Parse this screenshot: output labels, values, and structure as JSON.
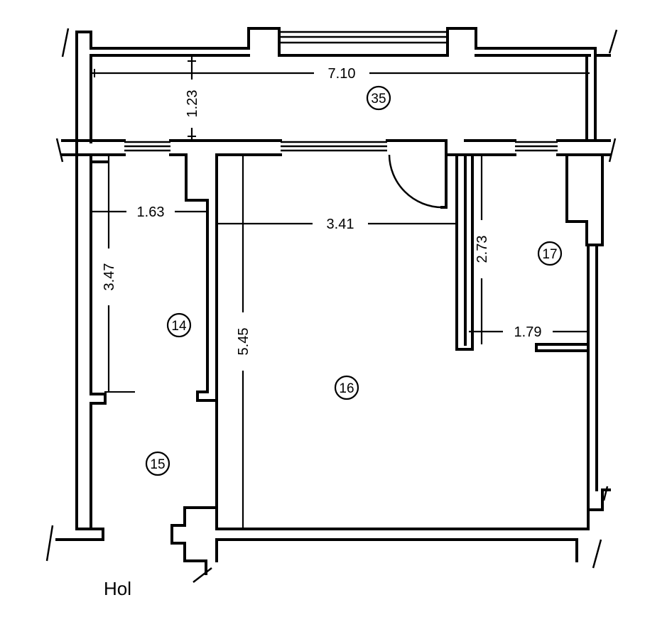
{
  "dimensions": {
    "d_710": "7.10",
    "d_123": "1.23",
    "d_163": "1.63",
    "d_341": "3.41",
    "d_347": "3.47",
    "d_545": "5.45",
    "d_273": "2.73",
    "d_179": "1.79"
  },
  "rooms": {
    "r35": "35",
    "r14": "14",
    "r15": "15",
    "r16": "16",
    "r17": "17"
  },
  "labels": {
    "hol": "Hol"
  }
}
